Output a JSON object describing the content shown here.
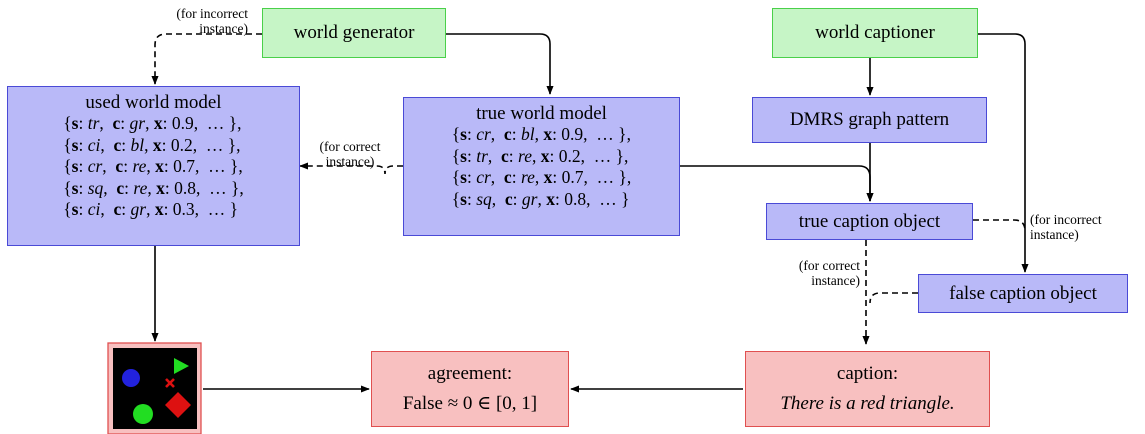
{
  "generators": {
    "world_generator": "world generator",
    "world_captioner": "world captioner"
  },
  "used_world_model": {
    "title": "used world model",
    "rows": [
      {
        "s": "tr",
        "c": "gr",
        "x": "0.9"
      },
      {
        "s": "ci",
        "c": "bl",
        "x": "0.2"
      },
      {
        "s": "cr",
        "c": "re",
        "x": "0.7"
      },
      {
        "s": "sq",
        "c": "re",
        "x": "0.8"
      },
      {
        "s": "ci",
        "c": "gr",
        "x": "0.3"
      }
    ]
  },
  "true_world_model": {
    "title": "true world model",
    "rows": [
      {
        "s": "cr",
        "c": "bl",
        "x": "0.9"
      },
      {
        "s": "tr",
        "c": "re",
        "x": "0.2"
      },
      {
        "s": "cr",
        "c": "re",
        "x": "0.7"
      },
      {
        "s": "sq",
        "c": "gr",
        "x": "0.8"
      }
    ]
  },
  "dmrs": "DMRS graph pattern",
  "true_caption_object": "true caption object",
  "false_caption_object": "false caption object",
  "agreement": {
    "label": "agreement:",
    "value": "False ≈ 0 ∈ [0, 1]"
  },
  "caption": {
    "label": "caption:",
    "text": "There is a red triangle."
  },
  "notes": {
    "incorrect_top": "(for incorrect\ninstance)",
    "correct_left": "(for correct\ninstance)",
    "incorrect_right": "(for incorrect\ninstance)",
    "correct_mid": "(for correct\ninstance)"
  },
  "colors": {
    "generator_fill": "#c6f5c6",
    "model_fill": "#b9b9f8",
    "output_fill": "#f8c0c0",
    "image_bg": "#000000",
    "shape_green": "#22dd22",
    "shape_red": "#dd1111",
    "shape_blue": "#2222dd"
  },
  "icons": [
    "world-image-thumbnail"
  ]
}
